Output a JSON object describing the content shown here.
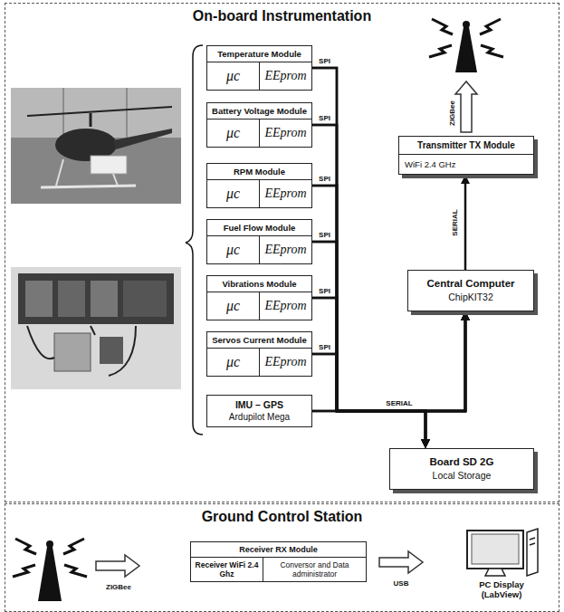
{
  "diagram": {
    "nodes": [
      {
        "text": [
          "On-board Instrumentation"
        ]
      },
      {
        "text": [
          "Temperature Module",
          "μc",
          "EEprom"
        ],
        "in": 0
      },
      {
        "text": [
          "Battery Voltage Module",
          "μc",
          "EEprom"
        ],
        "in": 0
      },
      {
        "text": [
          "RPM Module",
          "μc",
          "EEprom"
        ],
        "in": 0
      },
      {
        "text": [
          "Fuel Flow Module",
          "μc",
          "EEprom"
        ],
        "in": 0
      },
      {
        "text": [
          "Vibrations Module",
          "μc",
          "EEprom"
        ],
        "in": 0
      },
      {
        "text": [
          "Servos Current Module",
          "μc",
          "EEprom"
        ],
        "in": 0
      },
      {
        "text": [
          "IMU – GPS",
          "Ardupilot Mega"
        ],
        "in": 0
      },
      {
        "text": [
          "Transmitter TX Module",
          "WiFi 2.4 GHz"
        ],
        "in": 0
      },
      {
        "text": [
          "Central Computer",
          "ChipKIT32"
        ],
        "in": 0
      },
      {
        "text": [
          "Board SD 2G",
          "Local Storage"
        ],
        "in": 0
      },
      {
        "text": [
          "Ground Control Station"
        ]
      },
      {
        "text": [
          "Receiver RX Module",
          "Receiver WiFi 2.4 Ghz",
          "Conversor and Data administrator"
        ],
        "in": 11
      },
      {
        "text": [
          "PC Display (LabView)"
        ],
        "in": 11
      }
    ],
    "edges": [
      {
        "from": 1,
        "to": 9,
        "label": "SPI",
        "arrow": "to"
      },
      {
        "from": 2,
        "to": 9,
        "label": "SPI",
        "arrow": "to"
      },
      {
        "from": 3,
        "to": 9,
        "label": "SPI",
        "arrow": "to"
      },
      {
        "from": 4,
        "to": 9,
        "label": "SPI",
        "arrow": "to"
      },
      {
        "from": 5,
        "to": 9,
        "label": "SPI",
        "arrow": "to"
      },
      {
        "from": 6,
        "to": 9,
        "label": "SPI",
        "arrow": "to"
      },
      {
        "from": 7,
        "to": 9,
        "label": "SERIAL",
        "arrow": "to"
      },
      {
        "from": 1,
        "to": 10,
        "arrow": "to"
      },
      {
        "from": 2,
        "to": 10,
        "arrow": "to"
      },
      {
        "from": 3,
        "to": 10,
        "arrow": "to"
      },
      {
        "from": 4,
        "to": 10,
        "arrow": "to"
      },
      {
        "from": 5,
        "to": 10,
        "arrow": "to"
      },
      {
        "from": 6,
        "to": 10,
        "arrow": "to"
      },
      {
        "from": 7,
        "to": 10,
        "arrow": "to"
      },
      {
        "from": 9,
        "to": 8,
        "label": "SERIAL",
        "arrow": "to"
      },
      {
        "from": 12,
        "to": 13,
        "label": "USB",
        "arrow": "to"
      }
    ],
    "labels": [
      "ZIGBee",
      "ZIGBee"
    ]
  }
}
